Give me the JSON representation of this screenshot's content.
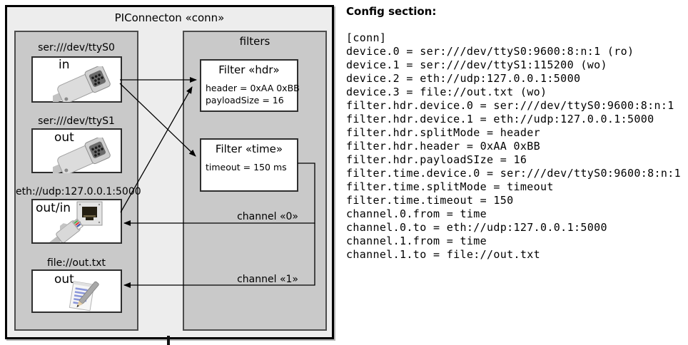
{
  "diagram": {
    "title": "PIConnecton «conn»",
    "devices_panel": {
      "devices": [
        {
          "label": "ser:///dev/ttyS0",
          "port": "in",
          "icon": "serial-connector-icon"
        },
        {
          "label": "ser:///dev/ttyS1",
          "port": "out",
          "icon": "serial-connector-icon"
        },
        {
          "label": "eth://udp:127.0.0.1:5000",
          "port": "out/in",
          "icon": "ethernet-connector-icon"
        },
        {
          "label": "file://out.txt",
          "port": "out",
          "icon": "notepad-pencil-icon"
        }
      ]
    },
    "filters_panel": {
      "title": "filters",
      "filters": [
        {
          "title": "Filter «hdr»",
          "attributes": [
            "header = 0xAA 0xBB",
            "payloadSize = 16"
          ]
        },
        {
          "title": "Filter «time»",
          "attributes": [
            "timeout = 150 ms"
          ]
        }
      ],
      "channels": [
        {
          "label": "channel «0»"
        },
        {
          "label": "channel «1»"
        }
      ]
    }
  },
  "config": {
    "heading": "Config section:",
    "lines": [
      "[conn]",
      "device.0 = ser:///dev/ttyS0:9600:8:n:1 (ro)",
      "device.1 = ser:///dev/ttyS1:115200 (wo)",
      "device.2 = eth://udp:127.0.0.1:5000",
      "device.3 = file://out.txt (wo)",
      "filter.hdr.device.0 = ser:///dev/ttyS0:9600:8:n:1",
      "filter.hdr.device.1 = eth://udp:127.0.0.1:5000",
      "filter.hdr.splitMode = header",
      "filter.hdr.header = 0xAA 0xBB",
      "filter.hdr.payloadSIze = 16",
      "filter.time.device.0 = ser:///dev/ttyS0:9600:8:n:1",
      "filter.time.splitMode = timeout",
      "filter.time.timeout = 150",
      "channel.0.from = time",
      "channel.0.to = eth://udp:127.0.0.1:5000",
      "channel.1.from = time",
      "channel.1.to = file://out.txt"
    ]
  },
  "colors": {
    "diagram_background": "#ededed",
    "panel_background": "#c9c9c9",
    "box_background": "#ffffff",
    "line_color": "#000000"
  }
}
